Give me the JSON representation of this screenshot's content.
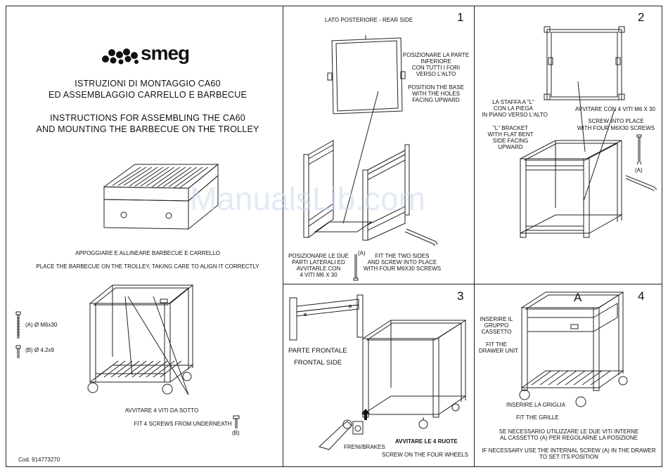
{
  "logo": {
    "text": "smeg"
  },
  "left": {
    "title_it_1": "ISTRUZIONI DI MONTAGGIO CA60",
    "title_it_2": "ED ASSEMBLAGGIO CARRELLO E BARBECUE",
    "title_en_1": "INSTRUCTIONS FOR ASSEMBLING THE CA60",
    "title_en_2": "AND MOUNTING THE BARBECUE ON THE TROLLEY",
    "place_it": "APPOGGIARE E ALLINEARE BARBECUE E CARRELLO",
    "place_en": "PLACE THE BARBECUE ON THE TROLLEY, TAKING CARE TO ALIGN IT CORRECTLY",
    "screw_a": "(A) Ø M6x30",
    "screw_b": "(B) Ø 4.2x9",
    "under_it": "AVVITARE 4 VITI DA SOTTO",
    "under_en": "FIT 4 SCREWS FROM UNDERNEATH",
    "screw_b_label": "(B)",
    "code": "Cod. 914773270"
  },
  "step1": {
    "number": "1",
    "rear": "LATO POSTERIORE - REAR SIDE",
    "pos_it": [
      "POSIZIONARE LA PARTE",
      "INFERIORE",
      "CON TUTTI I FORI",
      "VERSO L'ALTO"
    ],
    "pos_en": [
      "POSITION THE BASE",
      "WITH THE HOLES",
      "FACING UPWARD"
    ],
    "sides_it": [
      "POSIZIONARE LE DUE",
      "PARTI LATERALI ED",
      "AVVITARLE CON",
      "4 VITI M6 X 30"
    ],
    "sides_en": [
      "FIT THE TWO SIDES",
      "AND SCREW INTO PLACE",
      "WITH FOUR M6X30 SCREWS"
    ],
    "screw_label": "(A)"
  },
  "step2": {
    "number": "2",
    "bracket_it": [
      "LA STAFFA A \"L\"",
      "CON LA PIEGA",
      "IN PIANO VERSO L'ALTO"
    ],
    "bracket_en": [
      "\"L\" BRACKET",
      "WITH FLAT BENT",
      "SIDE FACING",
      "UPWARD"
    ],
    "screw_it": "AVVITARE CON 4 VITI M6 X 30",
    "screw_en": [
      "SCREW INTO PLACE",
      "WITH FOUR M6X30 SCREWS"
    ],
    "screw_label": "(A)"
  },
  "step3": {
    "number": "3",
    "front_it": "PARTE FRONTALE",
    "front_en": "FRONTAL SIDE",
    "brakes": "FRENI/BRAKES",
    "wheels_it": "AVVITARE LE 4 RUOTE",
    "wheels_en": "SCREW ON THE FOUR WHEELS"
  },
  "step4": {
    "number": "4",
    "label_a": "A",
    "drawer_it": [
      "INSERIRE IL",
      "GRUPPO",
      "CASSETTO"
    ],
    "drawer_en": [
      "FIT THE",
      "DRAWER UNIT"
    ],
    "grille_it": "INSERIRE LA GRIGLIA",
    "grille_en": "FIT THE GRILLE",
    "note_it": [
      "SE NECESSARIO UTILIZZARE LE DUE VITI INTERNE",
      "AL CASSETTO (A) PER REGOLARNE LA POSIZIONE"
    ],
    "note_en": [
      "IF NECESSARY USE THE INTERNAL SCREW (A) IN THE DRAWER",
      "TO SET ITS POSITION"
    ]
  },
  "watermark": "ManualsLib.com"
}
